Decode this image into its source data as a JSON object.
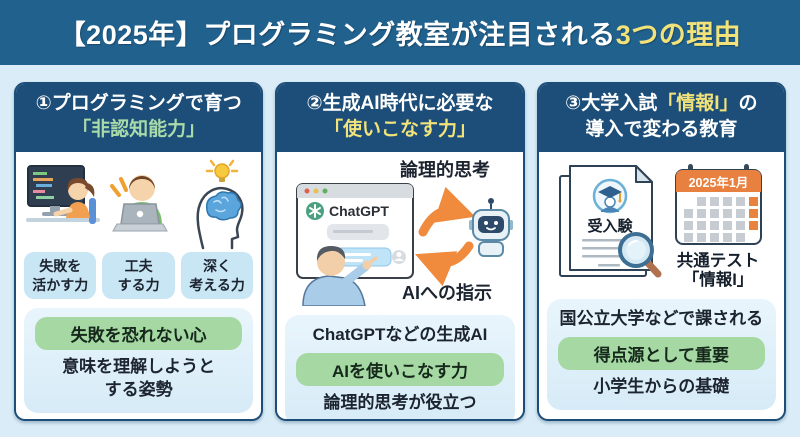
{
  "banner": {
    "text": "【2025年】プログラミング教室が注目される",
    "accent": "3つの理由"
  },
  "colors": {
    "page_bg": "#d9ecf7",
    "banner_bg": "#21618e",
    "card_navy": "#1d4e79",
    "accent_yellow": "#f2e27a",
    "accent_green": "#a9dbaa",
    "chip_blue": "#c9e6f4",
    "panel_blue": "#e3f1fa",
    "pill_green": "#a5d8a3",
    "arrow_orange": "#f08a3c",
    "calendar_orange": "#e8813f"
  },
  "cards": [
    {
      "title_line1": "①プログラミングで育つ",
      "title_line2": "「非認知能力」",
      "icons": [
        "girl-coding-icon",
        "boy-laptop-icon",
        "brain-lightbulb-icon"
      ],
      "chips": [
        {
          "line1": "失敗を",
          "line2": "活かす力"
        },
        {
          "line1": "工夫",
          "line2": "する力"
        },
        {
          "line1": "深く",
          "line2": "考える力"
        }
      ],
      "pill": "失敗を恐れない心",
      "note_line1": "意味を理解しようと",
      "note_line2": "する姿勢"
    },
    {
      "title_line1": "②生成AI時代に必要な",
      "title_line2": "「使いこなす力」",
      "icons": [
        "chatgpt-window-icon",
        "pointing-person-icon",
        "cycle-arrows-icon",
        "robot-icon"
      ],
      "labels": {
        "top": "論理的思考",
        "bottom": "AIへの指示",
        "chatgpt": "ChatGPT"
      },
      "note_above": "ChatGPTなどの生成AI",
      "pill": "AIを使いこなす力",
      "note_below": "論理的思考が役立つ"
    },
    {
      "title_line1_pre": "③大学入試",
      "title_line1_accent": "「情報I」",
      "title_line1_post": "の",
      "title_line2": "導入で変わる教育",
      "icons": [
        "exam-document-icon",
        "graduate-avatar-icon",
        "magnifier-icon",
        "calendar-icon"
      ],
      "labels": {
        "doc": "受入験",
        "calendar": "2025年1月",
        "exam_line1": "共通テスト",
        "exam_line2": "「情報I」"
      },
      "note_above": "国公立大学などで課される",
      "pill": "得点源として重要",
      "note_below": "小学生からの基礎"
    }
  ]
}
